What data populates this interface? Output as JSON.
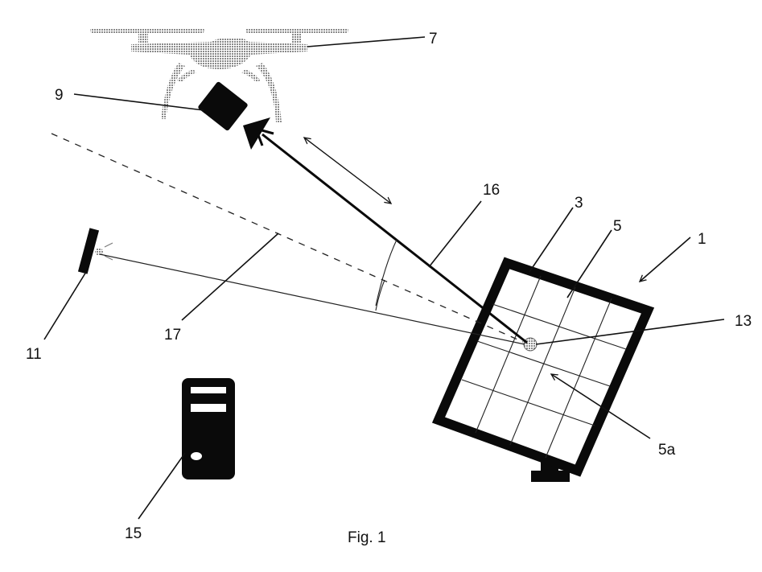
{
  "figure": {
    "caption": "Fig. 1",
    "colors": {
      "ink": "#111111",
      "drone_grey": "#b8b8b8",
      "background": "#ffffff"
    }
  },
  "components": [
    {
      "ref": "1",
      "name": "solar-module-assembly"
    },
    {
      "ref": "3",
      "name": "module-frame"
    },
    {
      "ref": "5",
      "name": "solar-cells"
    },
    {
      "ref": "5a",
      "name": "individual-solar-cell"
    },
    {
      "ref": "7",
      "name": "drone"
    },
    {
      "ref": "9",
      "name": "camera"
    },
    {
      "ref": "11",
      "name": "light-source"
    },
    {
      "ref": "13",
      "name": "light-spot"
    },
    {
      "ref": "15",
      "name": "computer"
    },
    {
      "ref": "16",
      "name": "camera-viewing-angle"
    },
    {
      "ref": "17",
      "name": "reflection-axis"
    }
  ],
  "labels": {
    "l1": "1",
    "l3": "3",
    "l5": "5",
    "l5a": "5a",
    "l7": "7",
    "l9": "9",
    "l11": "11",
    "l13": "13",
    "l15": "15",
    "l16": "16",
    "l17": "17"
  }
}
